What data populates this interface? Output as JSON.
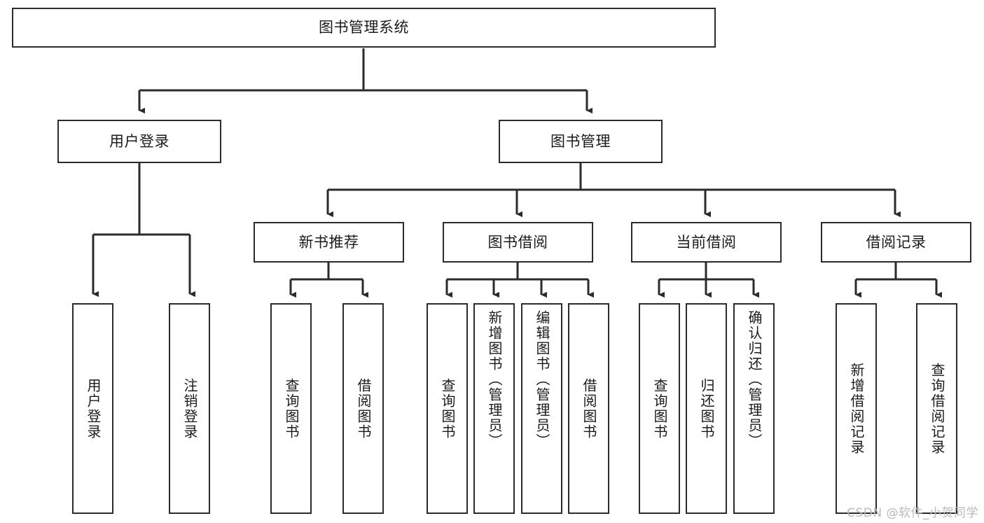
{
  "diagram": {
    "type": "tree-hierarchy-flowchart",
    "title": "图书管理系统",
    "accent_color": "#2b2b2b",
    "background_color": "#ffffff",
    "nodes": {
      "root": {
        "label": "图书管理系统",
        "level": 0
      },
      "level1": [
        {
          "id": "user-login",
          "label": "用户登录"
        },
        {
          "id": "book-manage",
          "label": "图书管理"
        }
      ],
      "level2": [
        {
          "id": "new-book-recommend",
          "label": "新书推荐"
        },
        {
          "id": "book-borrow",
          "label": "图书借阅"
        },
        {
          "id": "current-borrow",
          "label": "当前借阅"
        },
        {
          "id": "borrow-record",
          "label": "借阅记录"
        }
      ],
      "leaves": {
        "user-login": [
          {
            "id": "leaf-user-login",
            "label": "用户登录"
          },
          {
            "id": "leaf-logout",
            "label": "注销登录"
          }
        ],
        "new-book-recommend": [
          {
            "id": "leaf-query-book-1",
            "label": "查询图书"
          },
          {
            "id": "leaf-borrow-book-1",
            "label": "借阅图书"
          }
        ],
        "book-borrow": [
          {
            "id": "leaf-query-book-2",
            "label": "查询图书"
          },
          {
            "id": "leaf-add-book",
            "label": "新增图书（管理员）"
          },
          {
            "id": "leaf-edit-book",
            "label": "编辑图书（管理员）"
          },
          {
            "id": "leaf-borrow-book-2",
            "label": "借阅图书"
          }
        ],
        "current-borrow": [
          {
            "id": "leaf-query-book-3",
            "label": "查询图书"
          },
          {
            "id": "leaf-return-book",
            "label": "归还图书"
          },
          {
            "id": "leaf-confirm-return",
            "label": "确认归还（管理员）"
          }
        ],
        "borrow-record": [
          {
            "id": "leaf-add-record",
            "label": "新增借阅记录"
          },
          {
            "id": "leaf-query-record",
            "label": "查询借阅记录"
          }
        ]
      }
    }
  },
  "watermark": {
    "text": "CSDN @软件_小贺同学"
  }
}
